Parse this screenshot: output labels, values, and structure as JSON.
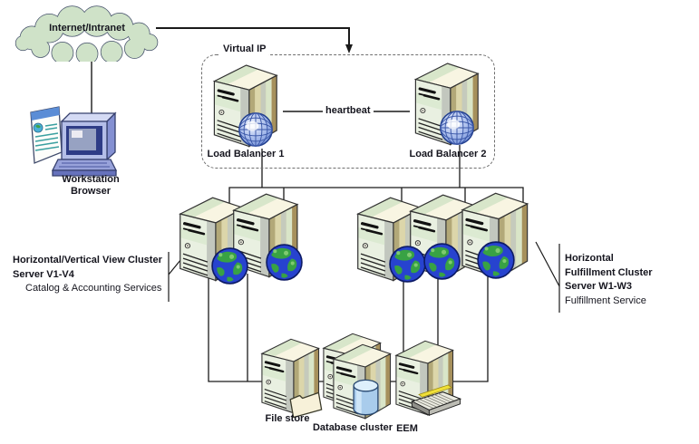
{
  "diagram_type": "network-architecture-diagram",
  "cloud": {
    "label": "Internet/Intranet"
  },
  "workstation": {
    "lines": [
      "Workstation",
      "Browser"
    ]
  },
  "virtual_ip": {
    "label": "Virtual IP",
    "heartbeat_label": "heartbeat",
    "load_balancers": [
      {
        "label": "Load Balancer 1"
      },
      {
        "label": "Load Balancer 2"
      }
    ]
  },
  "view_cluster": {
    "title_lines": [
      "Horizontal/Vertical View Cluster",
      "Server V1-V4"
    ],
    "subtitle": "Catalog & Accounting Services",
    "server_count": 2
  },
  "fulfillment_cluster": {
    "title_lines": [
      "Horizontal",
      "Fulfillment Cluster",
      "Server W1-W3"
    ],
    "subtitle": "Fulfillment Service",
    "server_count": 3
  },
  "storage": {
    "file_store_label": "File store",
    "database_label": "Database cluster",
    "eem_label": "EEM"
  },
  "colors": {
    "cloud_fill": "#cfe2c8",
    "cloud_stroke": "#44506a",
    "wire": "#1a1a1a",
    "dashed_box": "#6f6f6f",
    "server_top": "#f8f5e2",
    "server_front": "#e9f0e1",
    "server_side": "#cdc79c",
    "earth_ocean": "#2743cf",
    "earth_land": "#38a244",
    "wireframe_globe": "#6e8cd6",
    "database_cylinder": "#a9ccec",
    "eem_yellow": "#f0df38",
    "monitor_case": "#b4bee8"
  }
}
